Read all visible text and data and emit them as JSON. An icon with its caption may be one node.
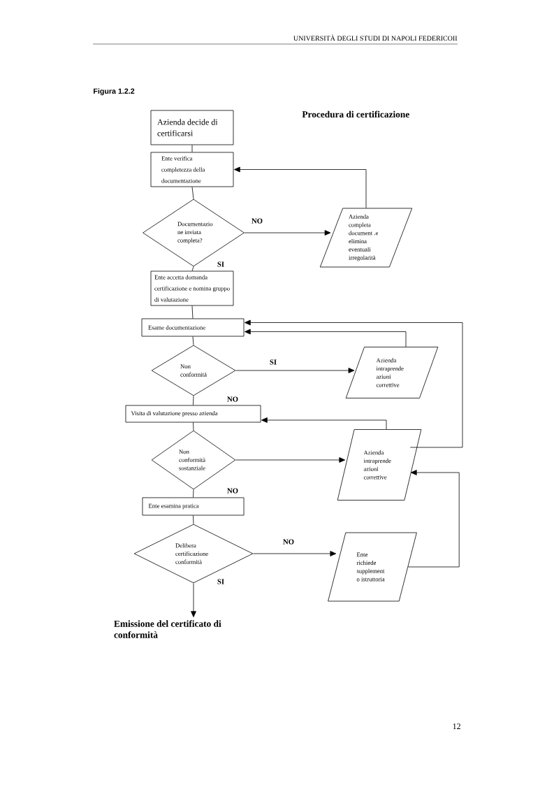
{
  "diagram": {
    "title": "Procedura di certificazione",
    "nodes": [
      {
        "text": [
          "Azienda decide di certificarsi"
        ]
      },
      {
        "text": [
          "Ente verifica completezza della documentazione"
        ]
      },
      {
        "text": [
          "Documentazio ne inviata completa?"
        ]
      },
      {
        "text": [
          "Azienda completa document .e elimina eventuali irregolarità"
        ]
      },
      {
        "text": [
          "Ente accetta domanda certificazione e nomina gruppo di valutazione"
        ]
      },
      {
        "text": [
          "Esame documentazione"
        ]
      },
      {
        "text": [
          "Non conformità"
        ]
      },
      {
        "text": [
          "Azienda intraprende azioni correttive"
        ]
      },
      {
        "text": [
          "Visita di valutazione presso azienda"
        ]
      },
      {
        "text": [
          "Non conformità sostanziale"
        ]
      },
      {
        "text": [
          "Azienda intraprende azioni correttive"
        ]
      },
      {
        "text": [
          "Ente esamina pratica"
        ]
      },
      {
        "text": [
          "Delibera certificazione conformità"
        ]
      },
      {
        "text": [
          "Ente richiede supplement o istruttoria"
        ]
      },
      {
        "text": [
          "Emissione del certificato di conformità"
        ]
      }
    ],
    "edges": [
      {
        "from": 0,
        "to": 1,
        "arrow": "none"
      },
      {
        "from": 1,
        "to": 2,
        "arrow": "none"
      },
      {
        "from": 2,
        "to": 3,
        "arrow": "to",
        "label": "NO"
      },
      {
        "from": 3,
        "to": 1,
        "arrow": "to"
      },
      {
        "from": 2,
        "to": 4,
        "arrow": "none",
        "label": "SI"
      },
      {
        "from": 4,
        "to": 5,
        "arrow": "none"
      },
      {
        "from": 5,
        "to": 6,
        "arrow": "none"
      },
      {
        "from": 6,
        "to": 7,
        "arrow": "to",
        "label": "SI"
      },
      {
        "from": 7,
        "to": 5,
        "arrow": "to"
      },
      {
        "from": 6,
        "to": 8,
        "arrow": "none",
        "label": "NO"
      },
      {
        "from": 8,
        "to": 9,
        "arrow": "none"
      },
      {
        "from": 9,
        "to": 10,
        "arrow": "to"
      },
      {
        "from": 10,
        "to": 8,
        "arrow": "to"
      },
      {
        "from": 10,
        "to": 5,
        "arrow": "to"
      },
      {
        "from": 9,
        "to": 11,
        "arrow": "none",
        "label": "NO"
      },
      {
        "from": 11,
        "to": 12,
        "arrow": "none"
      },
      {
        "from": 12,
        "to": 13,
        "arrow": "to",
        "label": "NO"
      },
      {
        "from": 13,
        "to": 10,
        "arrow": "to"
      },
      {
        "from": 12,
        "to": 14,
        "arrow": "to",
        "label": "SI"
      }
    ],
    "labels": [
      "UNIVERSITÀ DEGLI STUDI DI NAPOLI FEDERICOII",
      "Figura 1.2.2",
      "12"
    ]
  }
}
